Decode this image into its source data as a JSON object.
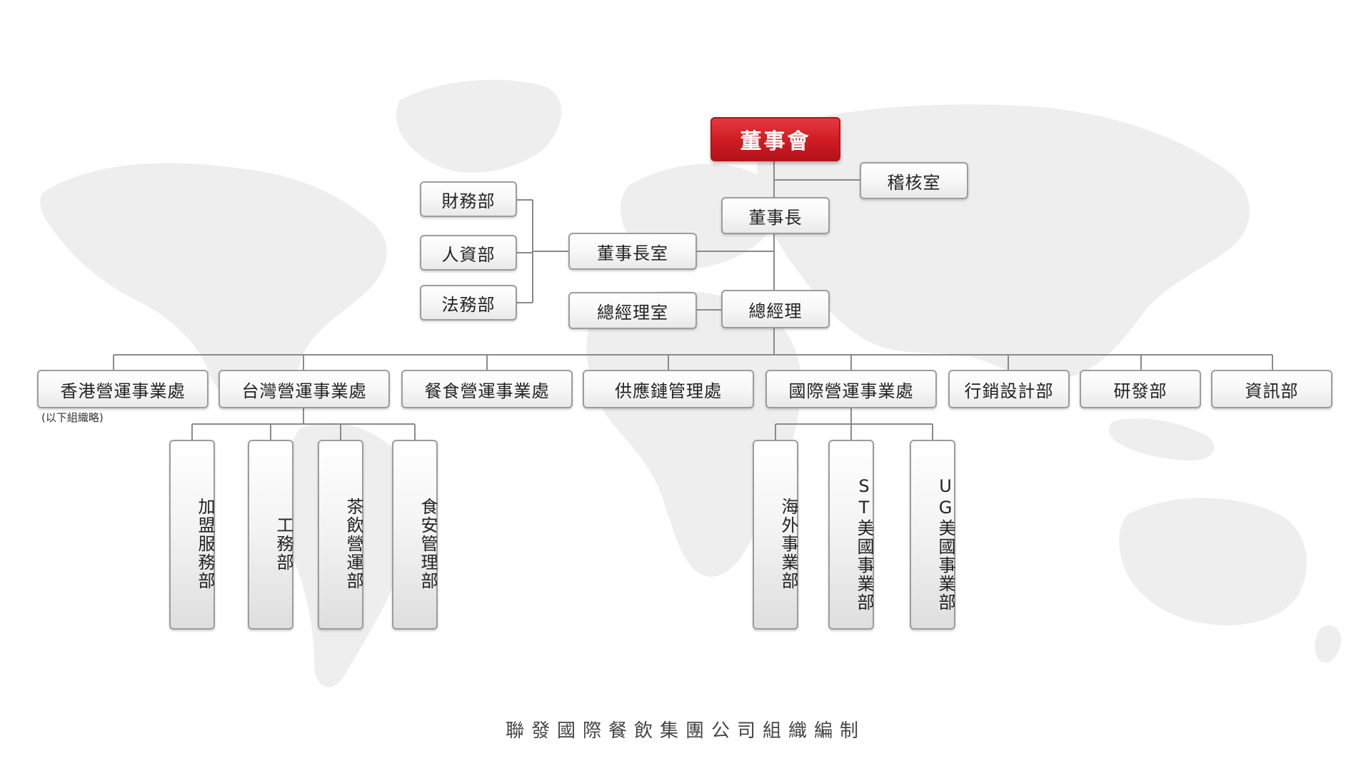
{
  "board": "董事會",
  "audit": "稽核室",
  "chairman": "董事長",
  "chairman_office": "董事長室",
  "staff_departments": [
    "財務部",
    "人資部",
    "法務部"
  ],
  "gm": "總經理",
  "gm_office": "總經理室",
  "divisions": [
    "香港營運事業處",
    "台灣營運事業處",
    "餐食營運事業處",
    "供應鏈管理處",
    "國際營運事業處",
    "行銷設計部",
    "研發部",
    "資訊部"
  ],
  "hk_note": "(以下組織略)",
  "taiwan_departments": [
    "加盟服務部",
    "工務部",
    "茶飲營運部",
    "食安管理部"
  ],
  "intl_departments": [
    "海外事業部",
    "ST美國事業部",
    "UG美國事業部"
  ],
  "caption": "聯發國際餐飲集團公司組織編制",
  "colors": {
    "accent_red": "#cf1b22",
    "box_border": "#9c9c9c",
    "line": "#8a8a8a",
    "map": "#ececec"
  }
}
